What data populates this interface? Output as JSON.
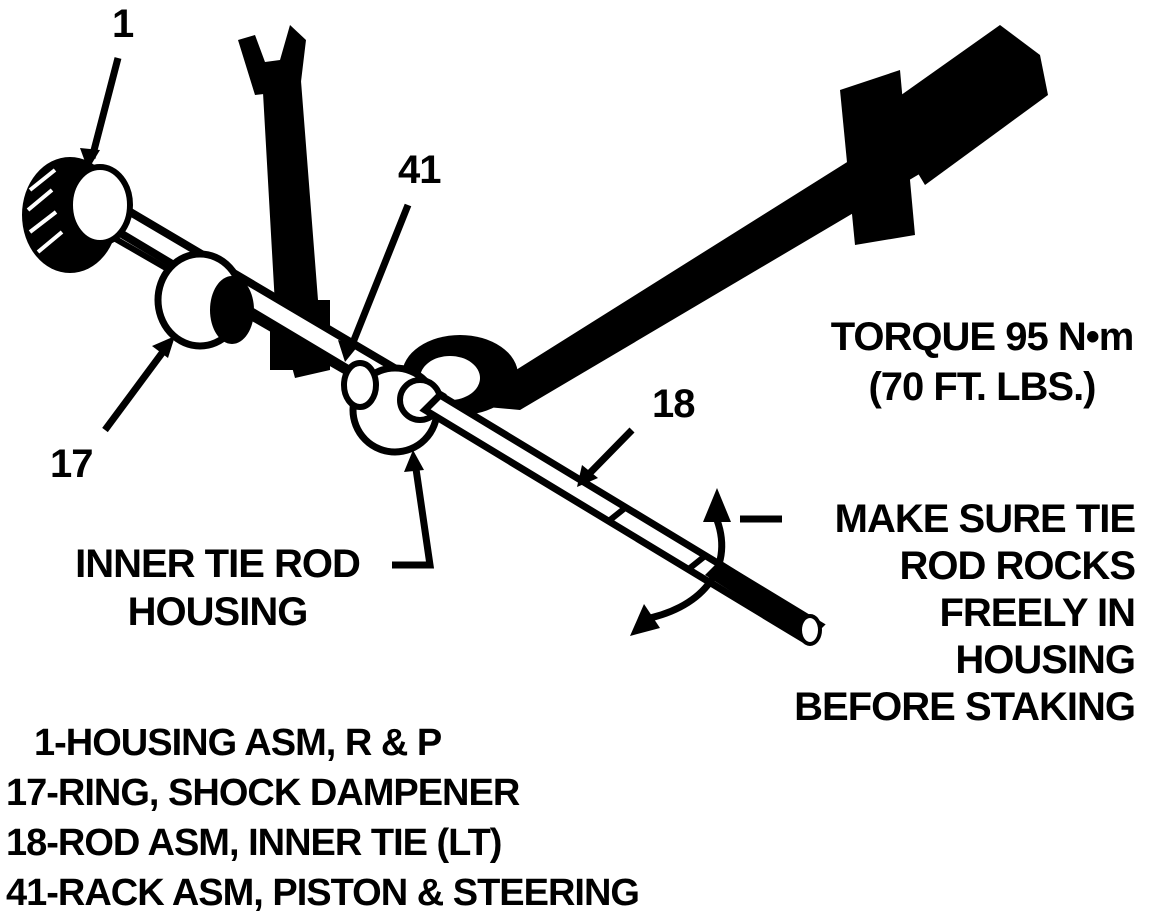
{
  "callouts": {
    "c1": "1",
    "c41": "41",
    "c17": "17",
    "c18": "18"
  },
  "housing_label": {
    "line1": "INNER TIE ROD",
    "line2": "HOUSING"
  },
  "torque": {
    "line1": "TORQUE 95 N•m",
    "line2": "(70 FT. LBS.)"
  },
  "note": {
    "line1": "MAKE SURE TIE",
    "line2": "ROD ROCKS",
    "line3": "FREELY IN",
    "line4": "HOUSING",
    "line5": "BEFORE STAKING"
  },
  "legend": [
    "1-HOUSING ASM, R & P",
    "17-RING, SHOCK DAMPENER",
    "18-ROD ASM, INNER TIE (LT)",
    "41-RACK ASM, PISTON & STEERING"
  ]
}
